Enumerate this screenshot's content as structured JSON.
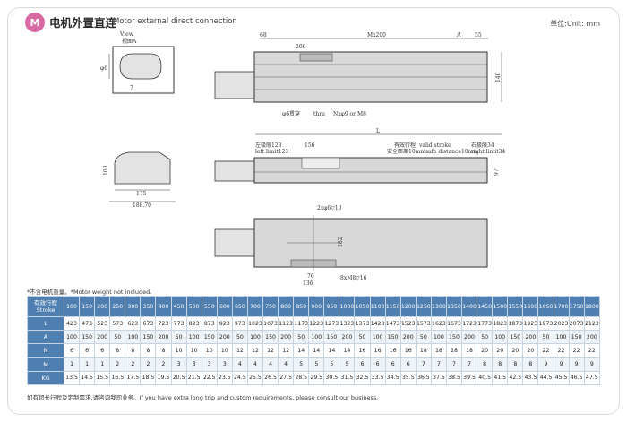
{
  "header": {
    "badge": "M",
    "title_cn": "电机外置直连",
    "title_en": "Motor external direct connection",
    "unit": "单位:Unit: mm"
  },
  "drawing": {
    "view_label_en": "View",
    "view_label_cn": "视图A",
    "dim_phi6": "φ6",
    "dim_7": "7",
    "dim_68": "68",
    "dim_200": "200",
    "dim_mx200": "Mx200",
    "dim_a": "A",
    "dim_55": "55",
    "dim_140": "140",
    "dim_phi6_thru": "φ6贯穿",
    "dim_thru_en": "thru",
    "dim_nxphi9": "Nxφ9 or M8",
    "dim_l": "L",
    "left_limit_cn": "左极限123",
    "left_limit_en": "left limit123",
    "dim_156": "156",
    "stroke_cn": "有效行程",
    "stroke_en": "valid stroke",
    "safety_cn": "安全距离10mm",
    "safety_en": "safe distance10mm",
    "right_limit_cn": "右极限34",
    "right_limit_en": "right limit34",
    "dim_97": "97",
    "dim_100": "100",
    "dim_175": "175",
    "dim_18870": "188.70",
    "dim_2xphi6": "2xφ6▽10",
    "dim_182": "182",
    "dim_76": "76",
    "dim_136": "136",
    "dim_8xm8": "8xM8▽16"
  },
  "notes": {
    "weight_note": "*不含电机重量。*Motor weight not included.",
    "footer_note": "如有超长行程及定制需求,请咨询我司业务。If you have extra long trip and custom requirements, please consult our business."
  },
  "table": {
    "stroke_header": "有效行程 Stroke",
    "strokes": [
      "100",
      "150",
      "200",
      "250",
      "300",
      "350",
      "400",
      "450",
      "500",
      "550",
      "600",
      "650",
      "700",
      "750",
      "800",
      "850",
      "900",
      "950",
      "1000",
      "1050",
      "1100",
      "1150",
      "1200",
      "1250",
      "1300",
      "1350",
      "1400",
      "1450",
      "1500",
      "1550",
      "1600",
      "1650",
      "1700",
      "1750",
      "1800"
    ],
    "rows": [
      {
        "label": "L",
        "values": [
          "423",
          "473",
          "523",
          "573",
          "623",
          "673",
          "723",
          "773",
          "823",
          "873",
          "923",
          "973",
          "1023",
          "1073",
          "1123",
          "1173",
          "1223",
          "1273",
          "1323",
          "1373",
          "1423",
          "1473",
          "1523",
          "1573",
          "1623",
          "1673",
          "1723",
          "1773",
          "1823",
          "1873",
          "1923",
          "1973",
          "2023",
          "2073",
          "2123"
        ]
      },
      {
        "label": "A",
        "values": [
          "100",
          "150",
          "200",
          "50",
          "100",
          "150",
          "200",
          "50",
          "100",
          "150",
          "200",
          "50",
          "100",
          "150",
          "200",
          "50",
          "100",
          "150",
          "200",
          "50",
          "100",
          "150",
          "200",
          "50",
          "100",
          "150",
          "200",
          "50",
          "100",
          "150",
          "200",
          "50",
          "100",
          "150",
          "200"
        ]
      },
      {
        "label": "N",
        "values": [
          "6",
          "6",
          "6",
          "8",
          "8",
          "8",
          "8",
          "10",
          "10",
          "10",
          "10",
          "12",
          "12",
          "12",
          "12",
          "14",
          "14",
          "14",
          "14",
          "16",
          "16",
          "16",
          "16",
          "18",
          "18",
          "18",
          "18",
          "20",
          "20",
          "20",
          "20",
          "22",
          "22",
          "22",
          "22"
        ]
      },
      {
        "label": "M",
        "values": [
          "1",
          "1",
          "1",
          "2",
          "2",
          "2",
          "2",
          "3",
          "3",
          "3",
          "3",
          "4",
          "4",
          "4",
          "4",
          "5",
          "5",
          "5",
          "5",
          "6",
          "6",
          "6",
          "6",
          "7",
          "7",
          "7",
          "7",
          "8",
          "8",
          "8",
          "8",
          "9",
          "9",
          "9",
          "9"
        ]
      },
      {
        "label": "KG",
        "values": [
          "13.5",
          "14.5",
          "15.5",
          "16.5",
          "17.5",
          "18.5",
          "19.5",
          "20.5",
          "21.5",
          "22.5",
          "23.5",
          "24.5",
          "25.5",
          "26.5",
          "27.5",
          "28.5",
          "29.5",
          "30.5",
          "31.5",
          "32.5",
          "33.5",
          "34.5",
          "35.5",
          "36.5",
          "37.5",
          "38.5",
          "39.5",
          "40.5",
          "41.5",
          "42.5",
          "43.5",
          "44.5",
          "45.5",
          "46.5",
          "47.5"
        ]
      }
    ]
  }
}
